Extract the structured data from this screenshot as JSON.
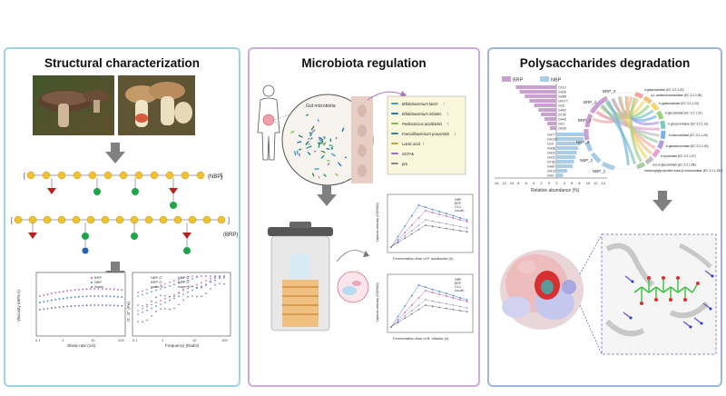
{
  "panels": {
    "structural": {
      "title": "Structural characterization",
      "nbp_label": "(NBP)",
      "brp_label": "(BRP)",
      "viscosity_chart": {
        "ylabel": "Viscosity (mPa·s)",
        "xlabel": "Shear rate (1/s)",
        "legend": [
          "BRP",
          "NBP",
          "Water"
        ],
        "xticks": [
          "0.1",
          "1",
          "10",
          "100"
        ]
      },
      "modulus_chart": {
        "ylabel": "G', G'' (Pa)",
        "xlabel": "Frequency (Rad/s)",
        "legend": [
          "NBP G'",
          "BRP G'",
          "water G'",
          "NBP G''",
          "BRP G''",
          "water G''"
        ],
        "xticks": [
          "0.1",
          "1",
          "10",
          "100"
        ]
      }
    },
    "microbiota": {
      "title": "Microbiota regulation",
      "gut_label": "Gut microbiota",
      "effects": [
        {
          "name": "Bifidobacterium lactis",
          "arrow": "↑"
        },
        {
          "name": "Bifidobacterium infantis",
          "arrow": "↑"
        },
        {
          "name": "Pediococcus acidilactici",
          "arrow": "↑"
        },
        {
          "name": "Faecalibacterium prausnitzii",
          "arrow": "↑"
        },
        {
          "name": "Lactic acid",
          "arrow": "↑"
        },
        {
          "name": "SCFAs",
          "arrow": "↑"
        },
        {
          "name": "pH",
          "arrow": "↓"
        }
      ],
      "chart_top": {
        "ylabel": "Optical density (OD600)",
        "xlabel": "Fermentation time of P. acidilactici (h)",
        "legend": [
          "NBP",
          "BRP",
          "GLC",
          "Insulin"
        ]
      },
      "chart_bottom": {
        "ylabel": "Optical density (OD600)",
        "xlabel": "Fermentation time of B. infantis (h)",
        "legend": [
          "NBP",
          "BRP",
          "GLC",
          "Insulin"
        ]
      }
    },
    "degradation": {
      "title": "Polysaccharides degradation",
      "legend": [
        "BRP",
        "NBP"
      ],
      "xlabel": "Relative abundance (%)",
      "xticks": [
        "14",
        "12",
        "10",
        "8",
        "6",
        "4",
        "2",
        "0",
        "2",
        "4",
        "6",
        "8",
        "10",
        "12",
        "14"
      ],
      "brp_families": [
        "CE10",
        "GH26",
        "GH88",
        "GH177",
        "CE8",
        "GH97",
        "GT35",
        "GH43",
        "GH1",
        "GH28"
      ],
      "nbp_families": [
        "GH77",
        "GH103",
        "CE9",
        "GH36",
        "GH23",
        "GH32",
        "GT35",
        "GH87",
        "GH13",
        "GH3"
      ],
      "group_labels": [
        "BRP_3",
        "BRP_2",
        "BRP_1",
        "NBP_3",
        "NBP_2",
        "NBP_1"
      ],
      "enzymes": [
        "a-galactosidase (EC 3.2.1.22)",
        "a-L-arabinofuranosidase (EC 3.2.1.55)",
        "b-galactosidase (EC 3.2.1.23)",
        "b-glucosidase (EC 3.2.1.21)",
        "b-glucuronidase (EC 3.2.1.31)",
        "b-mannosidase (EC 3.2.1.25)",
        "b-galacturonidase (EC 3.2.1.40)",
        "b-xylosidase (EC 3.2.1.37)",
        "exo-β-glucosidase (EC 3.2.1.58)",
        "mannosylglycoprotein endo-β-mannosidase (EC 3.2.1.152)"
      ]
    }
  },
  "colors": {
    "brp": "#c9a0d0",
    "nbp": "#a9cde6",
    "panel1_border": "#9fd3e0",
    "panel2_border": "#c8aed6",
    "panel3_border": "#9fb5da",
    "arrow": "#808080"
  }
}
